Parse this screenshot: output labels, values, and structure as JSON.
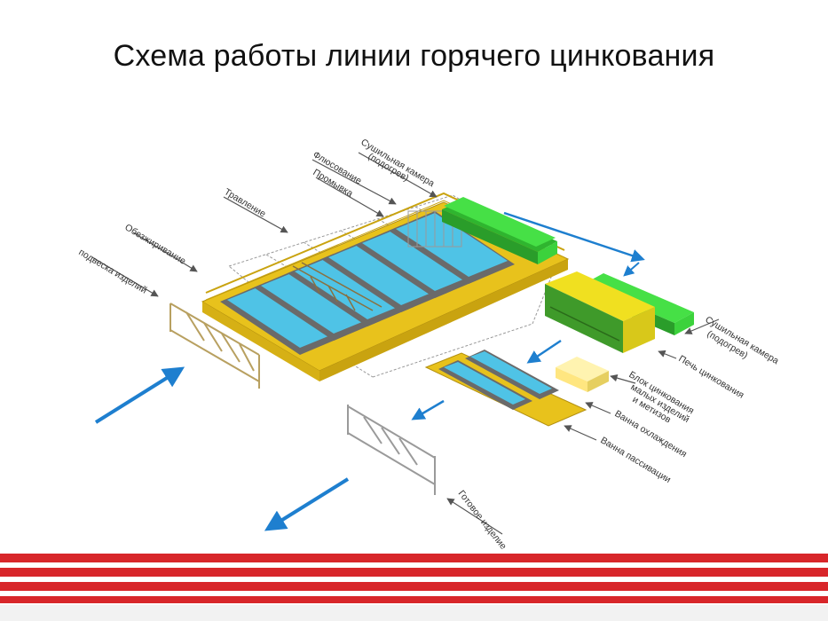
{
  "title": "Схема работы линии горячего цинкования",
  "colors": {
    "tank_water": "#4fc3e6",
    "platform": "#e8c21c",
    "dryer_green": "#3cd23c",
    "furnace_yellow": "#f0e020",
    "arrow_blue": "#1e7fcf",
    "stripe_red": "#d8262a"
  },
  "labels": {
    "hanging": "подвеска изделий",
    "degreasing": "Обезжиривание",
    "etching": "Травление",
    "rinsing": "Промывка",
    "fluxing": "Флюсование",
    "dryer_top_1": "Сушильная камера",
    "dryer_top_2": "(подогрев)",
    "dryer_right_1": "Сушильная камера",
    "dryer_right_2": "(подогрев)",
    "furnace": "Печь цинкования",
    "small_block_1": "Блок цинкования",
    "small_block_2": "малых изделий",
    "small_block_3": "и метизов",
    "cooling": "Ванна охлаждения",
    "passivation": "Ванна пассивации",
    "finished": "Готовое изделие"
  },
  "icons": [
    "flow-arrow-icon",
    "pointer-arrow-icon"
  ]
}
